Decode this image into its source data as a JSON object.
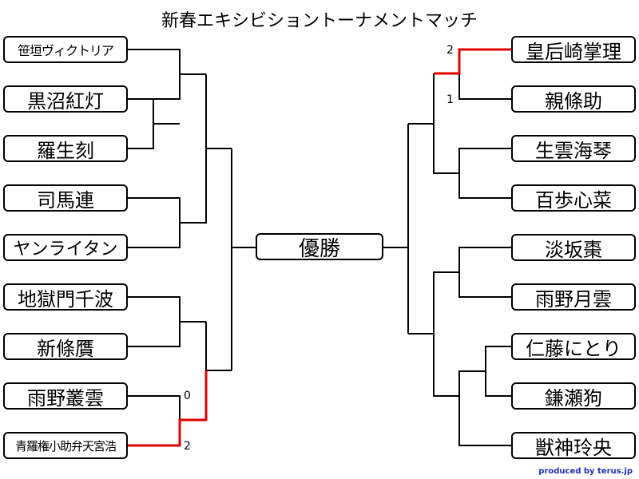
{
  "title": "新春エキシビショントーナメントマッチ",
  "champion_label": "優勝",
  "credit": "produced by terus.jp",
  "colors": {
    "line": "#000000",
    "winner": "#e00000",
    "credit": "#1a2fb8"
  },
  "left": [
    "笹垣ヴィクトリア",
    "黒沼紅灯",
    "羅生刻",
    "司馬連",
    "ヤンライタン",
    "地獄門千波",
    "新條贋",
    "雨野叢雲",
    "青羅権小助弁天宮浩"
  ],
  "right": [
    "皇后崎掌理",
    "親條助",
    "生雲海琴",
    "百歩心菜",
    "淡坂棗",
    "雨野月雲",
    "仁藤にとり",
    "鎌瀬狗",
    "獣神玲央"
  ],
  "scores": {
    "left_top": "0",
    "left_bottom": "2",
    "right_top": "2",
    "right_bottom": "1"
  }
}
